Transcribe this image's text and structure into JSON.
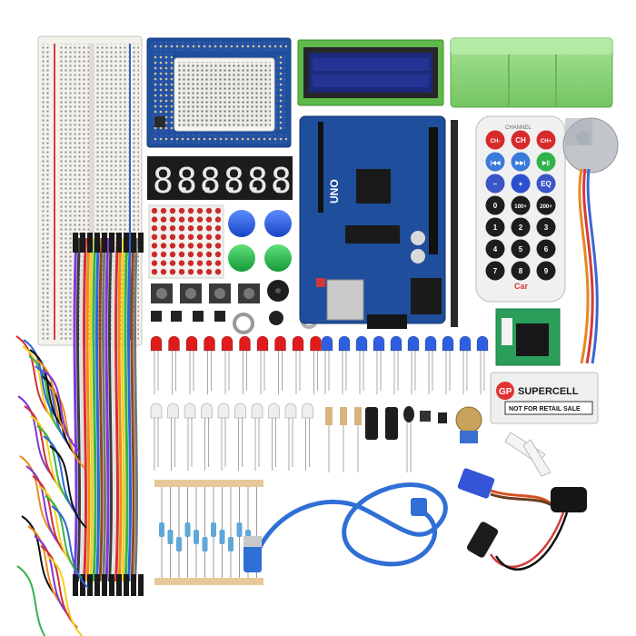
{
  "arduino": {
    "board_label": "UNO"
  },
  "remote": {
    "header": "CHANNEL",
    "rows": [
      [
        "CH-",
        "CH",
        "CH+"
      ],
      [
        "|◀◀",
        "▶▶|",
        "▶||"
      ],
      [
        "–",
        "+",
        "EQ"
      ],
      [
        "0",
        "100+",
        "200+"
      ],
      [
        "1",
        "2",
        "3"
      ],
      [
        "4",
        "5",
        "6"
      ],
      [
        "7",
        "8",
        "9"
      ]
    ],
    "brand": "Car"
  },
  "battery": {
    "brand": "GP",
    "model": "SUPERCELL",
    "notice": "NOT FOR RETAIL SALE"
  },
  "seven_segment": {
    "digits": [
      "8.",
      "8.",
      "8.",
      "8.",
      "8.",
      "8."
    ]
  },
  "colors": {
    "breadboard": "#f3f1ec",
    "pcb_blue": "#1f4e9c",
    "lcd_green": "#5fb84a",
    "case_green": "#8fd67e",
    "led_red": "#e01b1b",
    "led_blue": "#2f5fe0",
    "usb_cable": "#2f6fd6",
    "cap_blue": "#2a62e0",
    "cap_green": "#22b84a"
  },
  "icons": {
    "breadboard": "breadboard-icon",
    "servo": "servo-icon",
    "stepper": "stepper-motor-icon"
  }
}
